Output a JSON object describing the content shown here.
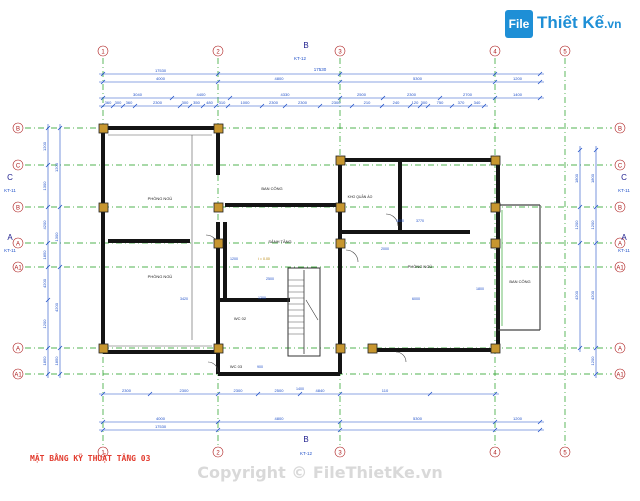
{
  "watermark": {
    "logo_badge": "File",
    "logo_text": "Thiết Kế",
    "logo_tld": ".vn",
    "copyright": "Copyright © FileThietKe.vn"
  },
  "plan_title": "MẶT BẰNG KỸ THUẬT TẦNG 03",
  "grid_cols": [
    "1",
    "2",
    "3",
    "4",
    "5"
  ],
  "grid_rows": [
    "B",
    "C",
    "B",
    "A",
    "A1",
    "A",
    "A1"
  ],
  "section_markers": [
    "B",
    "KT-12",
    "C",
    "KT-11",
    "A",
    "KT-11",
    "C",
    "KT-11",
    "A",
    "KT-11",
    "B",
    "KT-12"
  ],
  "overall_dims": [
    "17530",
    "17530"
  ],
  "top_dims_row1": [
    "4000",
    "4800",
    "5300",
    "1200"
  ],
  "top_dims_row2": [
    "3040",
    "4400",
    "4330",
    "2500",
    "2300",
    "2700",
    "1400"
  ],
  "top_dims_row3": [
    "360",
    "300",
    "360",
    "2300",
    "300",
    "350",
    "480",
    "310",
    "1000",
    "2300",
    "2300",
    "2300",
    "210",
    "240",
    "120",
    "300",
    "750",
    "370",
    "340"
  ],
  "bottom_dims_row1": [
    "4000",
    "4800",
    "5300",
    "1200"
  ],
  "bottom_dims_row2": [
    "2300",
    "2300",
    "2300",
    "2500",
    "4840",
    "110"
  ],
  "left_dims": [
    "1200",
    "1300",
    "4200",
    "1850",
    "4200",
    "1200",
    "1850"
  ],
  "right_dims": [
    "1800",
    "1200",
    "4200",
    "1200"
  ],
  "rooms": [
    "PHÒNG NGỦ",
    "PHÒNG NGỦ",
    "SẢNH TẦNG",
    "BAN CÔNG",
    "PHÒNG NGỦ",
    "BAN CÔNG",
    "KHO QUẦN ÁO",
    "WC 02",
    "WC 03"
  ],
  "interior_labels": [
    "1800",
    "3770",
    "6000",
    "3420",
    "1200",
    "1800",
    "2000",
    "1200",
    "2500",
    "900",
    "1400",
    "i = 0.00"
  ],
  "colors": {
    "wall": "#141414",
    "column": "#c7962f",
    "axis": "#1a9a1a",
    "dim": "#1e4fc8",
    "grid_bubble": "#ad1d1d",
    "label": "#222222",
    "title": "#e23b2e"
  }
}
